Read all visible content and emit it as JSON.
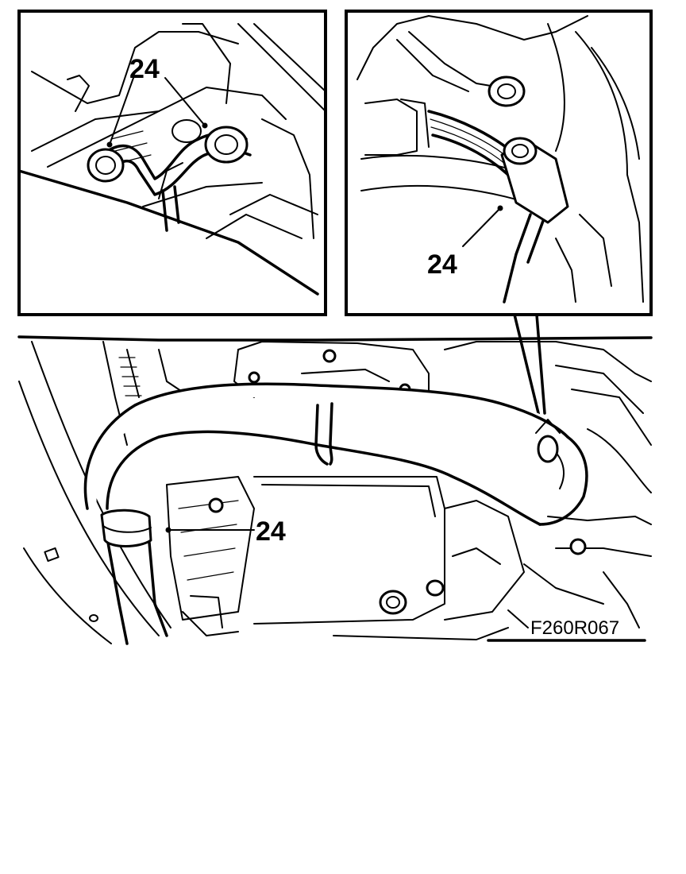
{
  "figure": {
    "code": "F260R067",
    "callouts": [
      {
        "id": "detail-left",
        "text": "24"
      },
      {
        "id": "detail-right",
        "text": "24"
      },
      {
        "id": "main",
        "text": "24"
      }
    ]
  },
  "colors": {
    "ink": "#000000",
    "paper": "#ffffff"
  }
}
